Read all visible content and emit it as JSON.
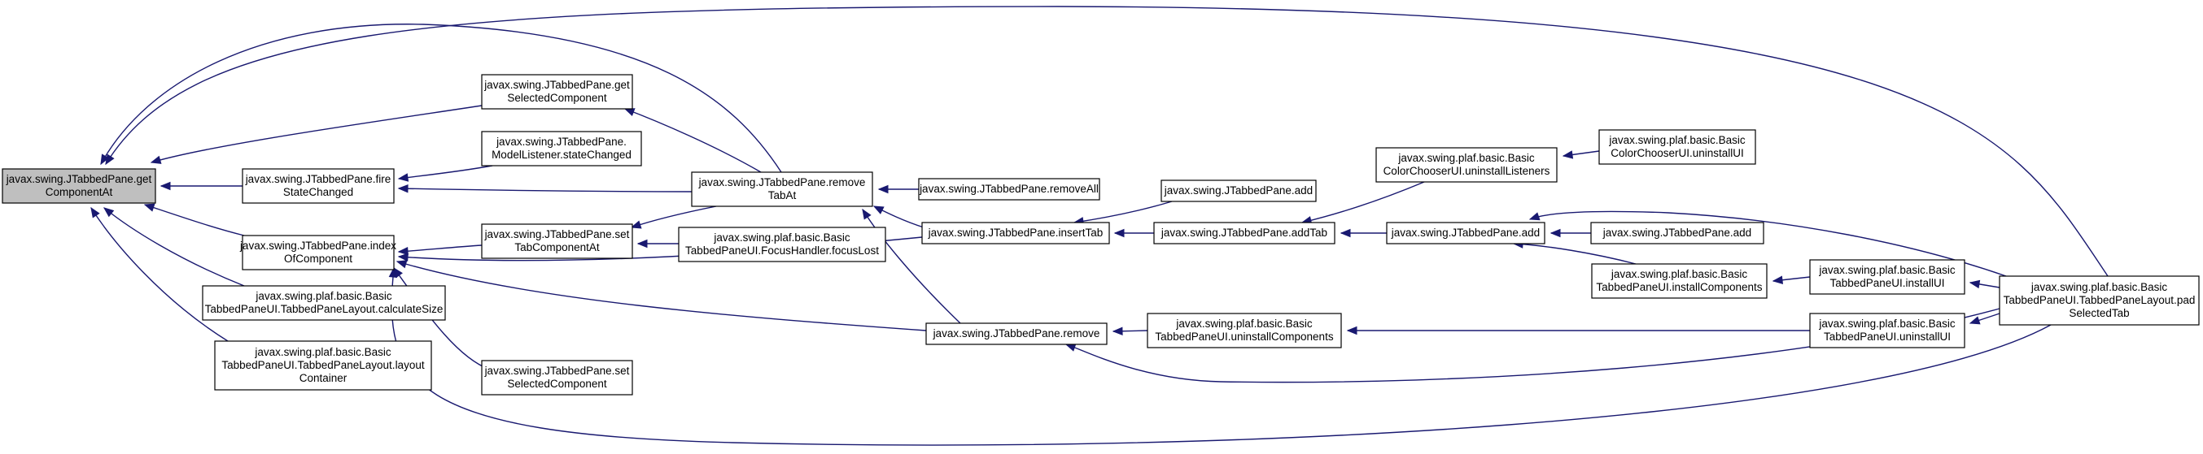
{
  "diagram": {
    "nodes": [
      {
        "id": "getComponentAt",
        "lines": [
          "javax.swing.JTabbedPane.get",
          "ComponentAt"
        ]
      },
      {
        "id": "getSelectedComponent",
        "lines": [
          "javax.swing.JTabbedPane.get",
          "SelectedComponent"
        ]
      },
      {
        "id": "stateChanged",
        "lines": [
          "javax.swing.JTabbedPane.",
          "ModelListener.stateChanged"
        ]
      },
      {
        "id": "fireStateChanged",
        "lines": [
          "javax.swing.JTabbedPane.fire",
          "StateChanged"
        ]
      },
      {
        "id": "indexOfComponent",
        "lines": [
          "javax.swing.JTabbedPane.index",
          "OfComponent"
        ]
      },
      {
        "id": "calculateSize",
        "lines": [
          "javax.swing.plaf.basic.Basic",
          "TabbedPaneUI.TabbedPaneLayout.calculateSize"
        ]
      },
      {
        "id": "layoutContainer",
        "lines": [
          "javax.swing.plaf.basic.Basic",
          "TabbedPaneUI.TabbedPaneLayout.layout",
          "Container"
        ]
      },
      {
        "id": "setTabComponentAt",
        "lines": [
          "javax.swing.JTabbedPane.set",
          "TabComponentAt"
        ]
      },
      {
        "id": "setSelectedComponent",
        "lines": [
          "javax.swing.JTabbedPane.set",
          "SelectedComponent"
        ]
      },
      {
        "id": "removeTabAt",
        "lines": [
          "javax.swing.JTabbedPane.remove",
          "TabAt"
        ]
      },
      {
        "id": "focusLost",
        "lines": [
          "javax.swing.plaf.basic.Basic",
          "TabbedPaneUI.FocusHandler.focusLost"
        ]
      },
      {
        "id": "removeAll",
        "lines": [
          "javax.swing.JTabbedPane.removeAll"
        ]
      },
      {
        "id": "insertTab",
        "lines": [
          "javax.swing.JTabbedPane.insertTab"
        ]
      },
      {
        "id": "remove",
        "lines": [
          "javax.swing.JTabbedPane.remove"
        ]
      },
      {
        "id": "add1",
        "lines": [
          "javax.swing.JTabbedPane.add"
        ]
      },
      {
        "id": "addTab",
        "lines": [
          "javax.swing.JTabbedPane.addTab"
        ]
      },
      {
        "id": "uninstallComponents",
        "lines": [
          "javax.swing.plaf.basic.Basic",
          "TabbedPaneUI.uninstallComponents"
        ]
      },
      {
        "id": "uninstallListeners",
        "lines": [
          "javax.swing.plaf.basic.Basic",
          "ColorChooserUI.uninstallListeners"
        ]
      },
      {
        "id": "add2",
        "lines": [
          "javax.swing.JTabbedPane.add"
        ]
      },
      {
        "id": "ccUninstallUI",
        "lines": [
          "javax.swing.plaf.basic.Basic",
          "ColorChooserUI.uninstallUI"
        ]
      },
      {
        "id": "add3",
        "lines": [
          "javax.swing.JTabbedPane.add"
        ]
      },
      {
        "id": "installComponents",
        "lines": [
          "javax.swing.plaf.basic.Basic",
          "TabbedPaneUI.installComponents"
        ]
      },
      {
        "id": "installUI",
        "lines": [
          "javax.swing.plaf.basic.Basic",
          "TabbedPaneUI.installUI"
        ]
      },
      {
        "id": "uninstallUI",
        "lines": [
          "javax.swing.plaf.basic.Basic",
          "TabbedPaneUI.uninstallUI"
        ]
      },
      {
        "id": "padSelectedTab",
        "lines": [
          "javax.swing.plaf.basic.Basic",
          "TabbedPaneUI.TabbedPaneLayout.pad",
          "SelectedTab"
        ]
      }
    ],
    "edges": [
      {
        "from": "getSelectedComponent",
        "to": "getComponentAt"
      },
      {
        "from": "fireStateChanged",
        "to": "getComponentAt"
      },
      {
        "from": "indexOfComponent",
        "to": "getComponentAt"
      },
      {
        "from": "calculateSize",
        "to": "getComponentAt"
      },
      {
        "from": "layoutContainer",
        "to": "getComponentAt"
      },
      {
        "from": "removeTabAt",
        "to": "getComponentAt"
      },
      {
        "from": "padSelectedTab",
        "to": "getComponentAt"
      },
      {
        "from": "stateChanged",
        "to": "fireStateChanged"
      },
      {
        "from": "removeTabAt",
        "to": "fireStateChanged"
      },
      {
        "from": "setTabComponentAt",
        "to": "indexOfComponent"
      },
      {
        "from": "insertTab",
        "to": "indexOfComponent"
      },
      {
        "from": "remove",
        "to": "indexOfComponent"
      },
      {
        "from": "setSelectedComponent",
        "to": "indexOfComponent"
      },
      {
        "from": "padSelectedTab",
        "to": "indexOfComponent"
      },
      {
        "from": "removeTabAt",
        "to": "getSelectedComponent"
      },
      {
        "from": "removeTabAt",
        "to": "setTabComponentAt"
      },
      {
        "from": "focusLost",
        "to": "setTabComponentAt"
      },
      {
        "from": "removeAll",
        "to": "removeTabAt"
      },
      {
        "from": "insertTab",
        "to": "removeTabAt"
      },
      {
        "from": "remove",
        "to": "removeTabAt"
      },
      {
        "from": "add1",
        "to": "insertTab"
      },
      {
        "from": "addTab",
        "to": "insertTab"
      },
      {
        "from": "uninstallComponents",
        "to": "remove"
      },
      {
        "from": "padSelectedTab",
        "to": "remove"
      },
      {
        "from": "uninstallListeners",
        "to": "addTab"
      },
      {
        "from": "add2",
        "to": "addTab"
      },
      {
        "from": "ccUninstallUI",
        "to": "uninstallListeners"
      },
      {
        "from": "add3",
        "to": "add2"
      },
      {
        "from": "installComponents",
        "to": "add2"
      },
      {
        "from": "padSelectedTab",
        "to": "add2"
      },
      {
        "from": "uninstallUI",
        "to": "uninstallComponents"
      },
      {
        "from": "installUI",
        "to": "installComponents"
      },
      {
        "from": "padSelectedTab",
        "to": "installUI"
      },
      {
        "from": "padSelectedTab",
        "to": "uninstallUI"
      }
    ]
  }
}
